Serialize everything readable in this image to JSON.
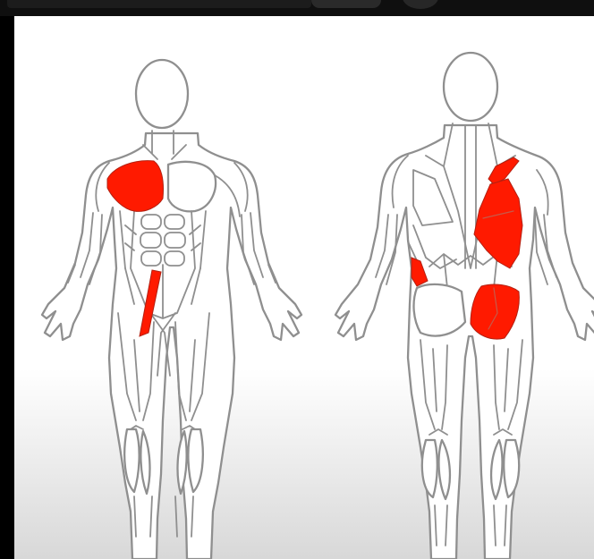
{
  "figure": {
    "front_view": "front-body",
    "back_view": "back-body",
    "highlight_color": "#ff1a00",
    "outline_color": "#8f8f8f",
    "highlighted_front": [
      "right-chest",
      "left-abdomen"
    ],
    "highlighted_back": [
      "left-shoulder",
      "left-back",
      "right-side",
      "left-glute"
    ]
  }
}
